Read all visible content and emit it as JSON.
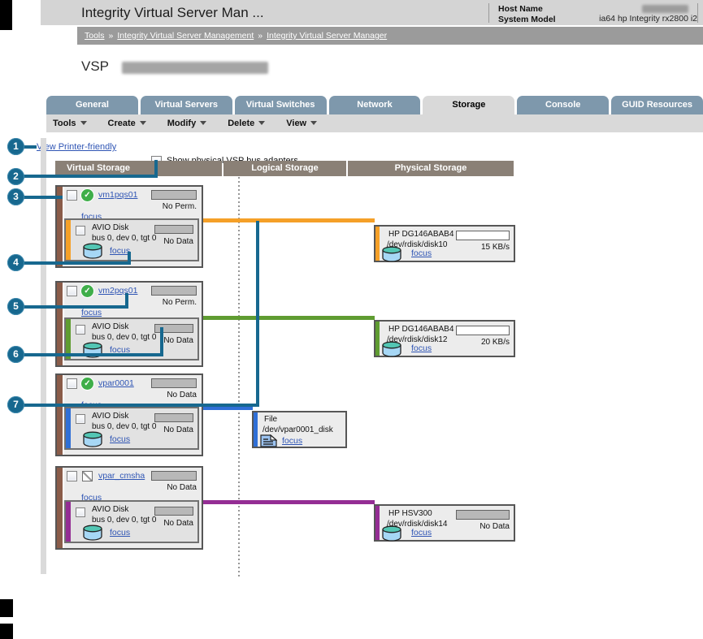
{
  "window": {
    "title": "Integrity Virtual Server Man ...",
    "host_name_label": "Host Name",
    "system_model_label": "System Model",
    "system_model_value": "ia64 hp Integrity rx2800 i2"
  },
  "breadcrumb": {
    "separator": "»",
    "items": [
      "Tools",
      "Integrity Virtual Server Management",
      "Integrity Virtual Server Manager"
    ]
  },
  "page": {
    "title": "VSP"
  },
  "tabs": [
    {
      "label": "General",
      "active": false
    },
    {
      "label": "Virtual Servers",
      "active": false
    },
    {
      "label": "Virtual Switches",
      "active": false
    },
    {
      "label": "Network",
      "active": false
    },
    {
      "label": "Storage",
      "active": true
    },
    {
      "label": "Console",
      "active": false
    },
    {
      "label": "GUID Resources",
      "active": false
    }
  ],
  "menubar": [
    {
      "label": "Tools"
    },
    {
      "label": "Create"
    },
    {
      "label": "Modify"
    },
    {
      "label": "Delete"
    },
    {
      "label": "View"
    }
  ],
  "toolbar": {
    "printer_friendly_label": "View Printer-friendly",
    "show_adapters_label": "Show physical VSP bus adapters",
    "show_adapters_checked": false
  },
  "columns": {
    "virtual": "Virtual Storage",
    "logical": "Logical Storage",
    "physical": "Physical Storage"
  },
  "callouts": [
    "1",
    "2",
    "3",
    "4",
    "5",
    "6",
    "7"
  ],
  "virtual_servers": [
    {
      "name": "vm1pqs01",
      "status": "ok",
      "meter": "No Perm.",
      "focus": "focus",
      "disk": {
        "label": "AVIO Disk",
        "address": "bus 0, dev 0, tgt 0",
        "meter": "No Data",
        "focus": "focus"
      }
    },
    {
      "name": "vm2pqs01",
      "status": "ok",
      "meter": "No Perm.",
      "focus": "focus",
      "disk": {
        "label": "AVIO Disk",
        "address": "bus 0, dev 0, tgt 0",
        "meter": "No Data",
        "focus": "focus"
      }
    },
    {
      "name": "vpar0001",
      "status": "ok",
      "meter": "No Data",
      "focus": "focus",
      "disk": {
        "label": "AVIO Disk",
        "address": "bus 0, dev 0, tgt 0",
        "meter": "No Data",
        "focus": "focus"
      }
    },
    {
      "name": "vpar_cmsha",
      "status": "unknown",
      "meter": "No Data",
      "focus": "focus",
      "disk": {
        "label": "AVIO Disk",
        "address": "bus 0, dev 0, tgt 0",
        "meter": "No Data",
        "focus": "focus"
      }
    }
  ],
  "logical_storage": [
    {
      "type": "File",
      "path": "/dev/vpar0001_disk",
      "focus": "focus"
    }
  ],
  "physical_storage": [
    {
      "model": "HP DG146ABAB4",
      "path": "/dev/rdisk/disk10",
      "meter": "15 KB/s",
      "focus": "focus"
    },
    {
      "model": "HP DG146ABAB4",
      "path": "/dev/rdisk/disk12",
      "meter": "20 KB/s",
      "focus": "focus"
    },
    {
      "model": "HP HSV300",
      "path": "/dev/rdisk/disk14",
      "meter": "No Data",
      "focus": "focus"
    }
  ],
  "colors": {
    "accent_orange": "#f5a028",
    "accent_green": "#5f9c31",
    "accent_blue": "#2f6fd6",
    "accent_purple": "#942d94",
    "callout": "#17688f",
    "link": "#2f55b4",
    "status_ok": "#3fae49",
    "tab_inactive": "#7e98ac",
    "card_stripe_brown": "#8a5c49"
  }
}
